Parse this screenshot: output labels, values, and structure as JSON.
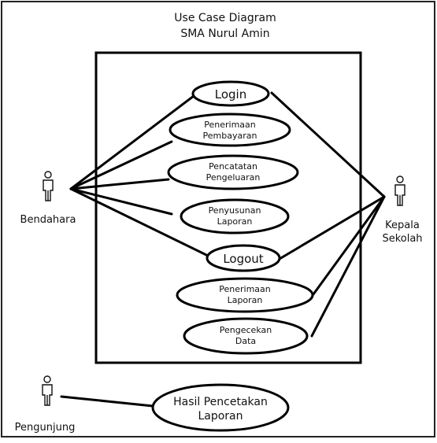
{
  "diagram": {
    "title_line1": "Use Case Diagram",
    "title_line2": "SMA Nurul Amin"
  },
  "actors": {
    "bendahara": "Bendahara",
    "kepala_line1": "Kepala",
    "kepala_line2": "Sekolah",
    "pengunjung": "Pengunjung"
  },
  "use_cases": {
    "login": "Login",
    "penerimaan_pembayaran_line1": "Penerimaan",
    "penerimaan_pembayaran_line2": "Pembayaran",
    "pencatatan_line1": "Pencatatan",
    "pencatatan_line2": "Pengeluaran",
    "penyusunan_line1": "Penyusunan",
    "penyusunan_line2": "Laporan",
    "logout": "Logout",
    "penerimaan_laporan_line1": "Penerimaan",
    "penerimaan_laporan_line2": "Laporan",
    "pengecekan_line1": "Pengecekan",
    "pengecekan_line2": "Data",
    "hasil_line1": "Hasil Pencetakan",
    "hasil_line2": "Laporan"
  }
}
